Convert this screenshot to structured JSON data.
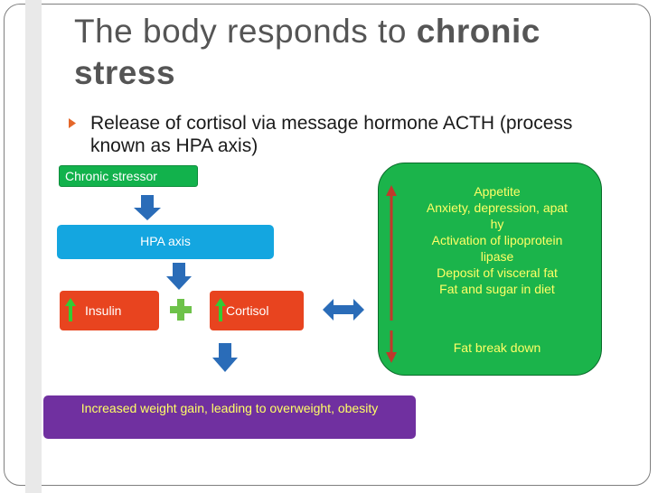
{
  "slide": {
    "title_prefix": "The body responds to ",
    "title_bold": "chronic stress",
    "bullet": "Release of cortisol via message hormone ACTH (process known as HPA axis)"
  },
  "diagram": {
    "stressor": "Chronic stressor",
    "hpa_axis": "HPA axis",
    "insulin": "Insulin",
    "cortisol": "Cortisol",
    "outcome": "Increased weight gain, leading to overweight, obesity",
    "effects": [
      "Appetite",
      "Anxiety, depression, apat",
      "hy",
      "Activation of lipoprotein",
      "lipase",
      "Deposit of visceral fat",
      "Fat and sugar in diet"
    ],
    "fat_breakdown": "Fat break down"
  },
  "colors": {
    "accent_orange": "#e4672a",
    "arrow_blue": "#2a6cb8",
    "effects_green": "#1bb44b",
    "outcome_purple": "#7030a0",
    "highlight_text": "#ffff66",
    "box_red": "#e8441f",
    "box_blue": "#14a6e0",
    "up_arrow_green": "#33cc33",
    "plus_green": "#6ec24a",
    "trend_arrow_red": "#c0392b"
  },
  "icons": {
    "down_arrows": "down-arrow-icon",
    "plus": "plus-icon",
    "double_arrow": "double-arrow-icon",
    "up": "up-arrow-icon",
    "down": "down-arrow-icon"
  }
}
